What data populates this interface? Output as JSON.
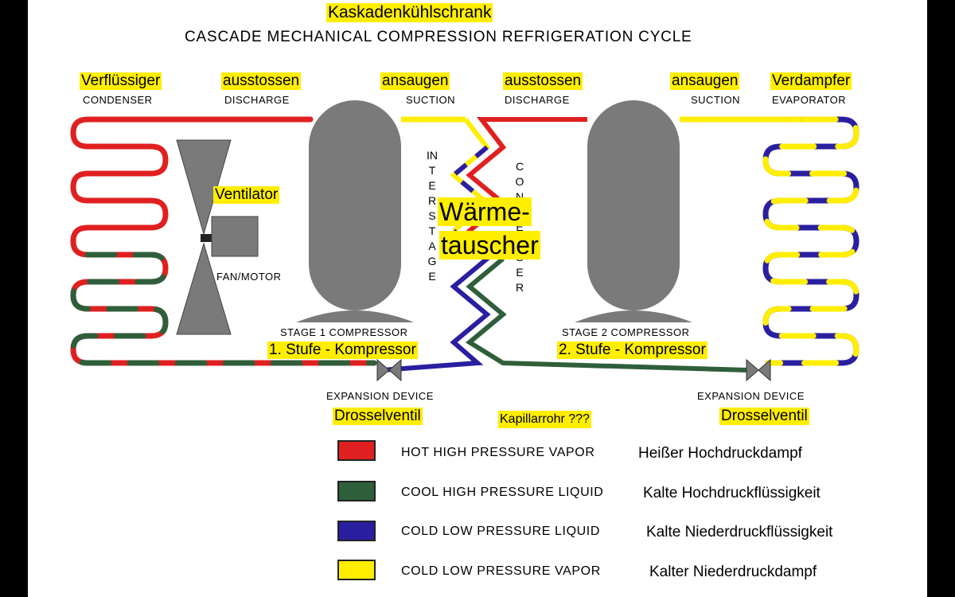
{
  "title_de": "Kaskadenkühlschrank",
  "title_en": "CASCADE MECHANICAL COMPRESSION REFRIGERATION CYCLE",
  "labels": {
    "condenser_de": "Verflüssiger",
    "condenser_en": "CONDENSER",
    "discharge1_de": "ausstossen",
    "discharge1_en": "DISCHARGE",
    "suction1_de": "ansaugen",
    "suction1_en": "SUCTION",
    "discharge2_de": "ausstossen",
    "discharge2_en": "DISCHARGE",
    "suction2_de": "ansaugen",
    "suction2_en": "SUCTION",
    "evaporator_de": "Verdampfer",
    "evaporator_en": "EVAPORATOR",
    "fan_de": "Ventilator",
    "fan_en": "FAN/MOTOR",
    "interstage_en": "INTERSTAGE",
    "condenser2_en": "CONDENSER",
    "heat_exchanger_de_line1": "Wärme-",
    "heat_exchanger_de_line2": "tauscher",
    "stage1_en": "STAGE 1 COMPRESSOR",
    "stage1_de": "1. Stufe - Kompressor",
    "stage2_en": "STAGE 2  COMPRESSOR",
    "stage2_de": "2. Stufe - Kompressor",
    "expansion1_en": "EXPANSION DEVICE",
    "expansion1_de": "Drosselventil",
    "capillary_de": "Kapillarrohr ???",
    "expansion2_en": "EXPANSION DEVICE",
    "expansion2_de": "Drosselventil"
  },
  "colors": {
    "hot_vapor": "#e02020",
    "cool_liquid": "#2f5f3a",
    "cold_liquid": "#2a1fa0",
    "cold_vapor": "#ffee00",
    "compressor": "#7a7a7a"
  },
  "legend": [
    {
      "en": "HOT HIGH PRESSURE VAPOR",
      "de": "Heißer Hochdruckdampf",
      "color": "#e02020"
    },
    {
      "en": "COOL HIGH PRESSURE LIQUID",
      "de": "Kalte Hochdruckflüssigkeit",
      "color": "#2f5f3a"
    },
    {
      "en": "COLD LOW PRESSURE LIQUID",
      "de": "Kalte Niederdruckflüssigkeit",
      "color": "#2a1fa0"
    },
    {
      "en": "COLD LOW PRESSURE VAPOR",
      "de": "Kalter Niederdruckdampf",
      "color": "#ffee00"
    }
  ]
}
